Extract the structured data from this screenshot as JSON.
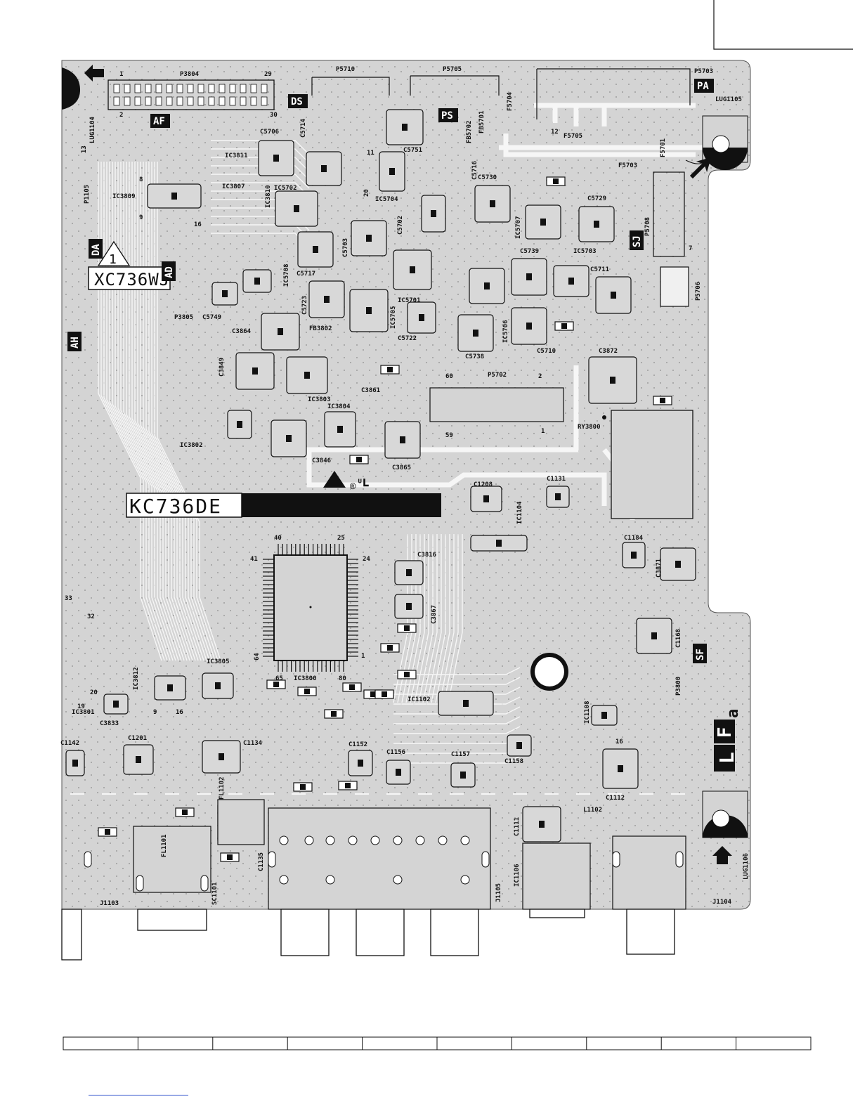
{
  "board": {
    "pcb_code": "KC736DE",
    "assembly_code": "XC736WJ",
    "assembly_index": "1",
    "section_tag": [
      "L",
      "F",
      "a"
    ],
    "colors": {
      "board": "#d4d4d4",
      "trace": "#f6f6f6",
      "ink": "#111111",
      "paper": "#ffffff"
    }
  },
  "connector_tags": [
    "AF",
    "DS",
    "PS",
    "PA",
    "DA",
    "AD",
    "AH",
    "SJ",
    "SF"
  ],
  "labels": [
    {
      "id": "p3804",
      "text": "P3804"
    },
    {
      "id": "p3804-pin1",
      "text": "1"
    },
    {
      "id": "p3804-pin29",
      "text": "29"
    },
    {
      "id": "p3804-pin2",
      "text": "2"
    },
    {
      "id": "p3804-pin30",
      "text": "30"
    },
    {
      "id": "p5710",
      "text": "P5710"
    },
    {
      "id": "p5705",
      "text": "P5705"
    },
    {
      "id": "p5703",
      "text": "P5703"
    },
    {
      "id": "lug1105",
      "text": "LUG1105"
    },
    {
      "id": "lug1104",
      "text": "LUG1104"
    },
    {
      "id": "lug1106",
      "text": "LUG1106"
    },
    {
      "id": "f5704",
      "text": "F5704"
    },
    {
      "id": "f5705",
      "text": "F5705"
    },
    {
      "id": "f5701",
      "text": "F5701"
    },
    {
      "id": "f5703",
      "text": "F5703"
    },
    {
      "id": "fb5702",
      "text": "FB5702"
    },
    {
      "id": "fb5701",
      "text": "FB5701"
    },
    {
      "id": "c5706",
      "text": "C5706"
    },
    {
      "id": "c5714",
      "text": "C5714"
    },
    {
      "id": "c5751",
      "text": "C5751"
    },
    {
      "id": "c5716",
      "text": "C5716"
    },
    {
      "id": "c5730",
      "text": "C5730"
    },
    {
      "id": "c5729",
      "text": "C5729"
    },
    {
      "id": "ic3811",
      "text": "IC3811"
    },
    {
      "id": "ic3807",
      "text": "IC3807"
    },
    {
      "id": "ic3810",
      "text": "IC3810"
    },
    {
      "id": "ic5702",
      "text": "IC5702"
    },
    {
      "id": "ic3809",
      "text": "IC3809"
    },
    {
      "id": "ic5704",
      "text": "IC5704"
    },
    {
      "id": "c5702",
      "text": "C5702"
    },
    {
      "id": "c5703",
      "text": "C5703"
    },
    {
      "id": "ic5707",
      "text": "IC5707"
    },
    {
      "id": "ic5703",
      "text": "IC5703"
    },
    {
      "id": "c5739",
      "text": "C5739"
    },
    {
      "id": "p5708",
      "text": "P5708"
    },
    {
      "id": "p1105",
      "text": "P1105"
    },
    {
      "id": "c5717",
      "text": "C5717"
    },
    {
      "id": "ic5708",
      "text": "IC5708"
    },
    {
      "id": "c5711",
      "text": "C5711"
    },
    {
      "id": "p5706",
      "text": "P5706"
    },
    {
      "id": "c5723",
      "text": "C5723"
    },
    {
      "id": "ic5701",
      "text": "IC5701"
    },
    {
      "id": "ic5705",
      "text": "IC5705"
    },
    {
      "id": "p3805",
      "text": "P3805"
    },
    {
      "id": "c5749",
      "text": "C5749"
    },
    {
      "id": "c3864",
      "text": "C3864"
    },
    {
      "id": "fb3802",
      "text": "FB3802"
    },
    {
      "id": "c5722",
      "text": "C5722"
    },
    {
      "id": "ic5706",
      "text": "IC5706"
    },
    {
      "id": "c5738",
      "text": "C5738"
    },
    {
      "id": "c5710",
      "text": "C5710"
    },
    {
      "id": "c3872",
      "text": "C3872"
    },
    {
      "id": "c3849",
      "text": "C3849"
    },
    {
      "id": "c3861",
      "text": "C3861"
    },
    {
      "id": "p5702",
      "text": "P5702"
    },
    {
      "id": "p5702-pin60",
      "text": "60"
    },
    {
      "id": "p5702-pin2",
      "text": "2"
    },
    {
      "id": "p5702-pin59",
      "text": "59"
    },
    {
      "id": "p5702-pin1",
      "text": "1"
    },
    {
      "id": "ic3803",
      "text": "IC3803"
    },
    {
      "id": "ic3804",
      "text": "IC3804"
    },
    {
      "id": "ry3800",
      "text": "RY3800"
    },
    {
      "id": "ic3802",
      "text": "IC3802"
    },
    {
      "id": "c3846",
      "text": "C3846"
    },
    {
      "id": "c3865",
      "text": "C3865"
    },
    {
      "id": "c1208",
      "text": "C1208"
    },
    {
      "id": "c1131",
      "text": "C1131"
    },
    {
      "id": "ic1104",
      "text": "IC1104"
    },
    {
      "id": "c1184",
      "text": "C1184"
    },
    {
      "id": "c3871",
      "text": "C3871"
    },
    {
      "id": "c3816",
      "text": "C3816"
    },
    {
      "id": "c3867",
      "text": "C3867"
    },
    {
      "id": "c1168",
      "text": "C1168"
    },
    {
      "id": "ic3800",
      "text": "IC3800"
    },
    {
      "id": "ic3800-pin40",
      "text": "40"
    },
    {
      "id": "ic3800-pin25",
      "text": "25"
    },
    {
      "id": "ic3800-pin41",
      "text": "41"
    },
    {
      "id": "ic3800-pin24",
      "text": "24"
    },
    {
      "id": "ic3800-pin64",
      "text": "64"
    },
    {
      "id": "ic3800-pin65",
      "text": "65"
    },
    {
      "id": "ic3800-pin80",
      "text": "80"
    },
    {
      "id": "ic3800-pin1",
      "text": "1"
    },
    {
      "id": "p3800",
      "text": "P3800"
    },
    {
      "id": "ic3812",
      "text": "IC3812"
    },
    {
      "id": "ic3805",
      "text": "IC3805"
    },
    {
      "id": "ic3801",
      "text": "IC3801"
    },
    {
      "id": "c3833",
      "text": "C3833"
    },
    {
      "id": "ic1102",
      "text": "IC1102"
    },
    {
      "id": "ic1108",
      "text": "IC1108"
    },
    {
      "id": "c1142",
      "text": "C1142"
    },
    {
      "id": "c1201",
      "text": "C1201"
    },
    {
      "id": "c1134",
      "text": "C1134"
    },
    {
      "id": "c1152",
      "text": "C1152"
    },
    {
      "id": "c1156",
      "text": "C1156"
    },
    {
      "id": "c1157",
      "text": "C1157"
    },
    {
      "id": "c1158",
      "text": "C1158"
    },
    {
      "id": "c1112",
      "text": "C1112"
    },
    {
      "id": "fl1102",
      "text": "FL1102"
    },
    {
      "id": "l1102",
      "text": "L1102"
    },
    {
      "id": "c1111",
      "text": "C1111"
    },
    {
      "id": "fl1101",
      "text": "FL1101"
    },
    {
      "id": "c1135",
      "text": "C1135"
    },
    {
      "id": "ic1106",
      "text": "IC1106"
    },
    {
      "id": "sc1101",
      "text": "SC1101"
    },
    {
      "id": "j1103",
      "text": "J1103"
    },
    {
      "id": "j1105",
      "text": "J1105"
    },
    {
      "id": "j1104",
      "text": "J1104"
    },
    {
      "id": "pin13",
      "text": "13"
    },
    {
      "id": "pin33",
      "text": "33"
    },
    {
      "id": "pin32",
      "text": "32"
    },
    {
      "id": "pin20",
      "text": "20"
    },
    {
      "id": "pin19",
      "text": "19"
    },
    {
      "id": "pin16a",
      "text": "16"
    },
    {
      "id": "pin8a",
      "text": "8"
    },
    {
      "id": "pin9a",
      "text": "9"
    },
    {
      "id": "pin16b",
      "text": "16"
    },
    {
      "id": "pin9b",
      "text": "9"
    },
    {
      "id": "pin16c",
      "text": "16"
    },
    {
      "id": "pin12",
      "text": "12"
    },
    {
      "id": "pin7",
      "text": "7"
    },
    {
      "id": "pin11",
      "text": "11"
    },
    {
      "id": "pin20b",
      "text": "20"
    }
  ],
  "bottom_grid": {
    "columns": 10
  }
}
